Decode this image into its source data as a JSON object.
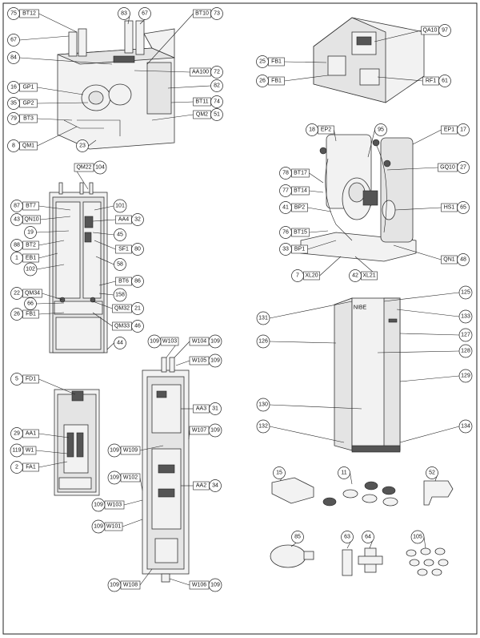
{
  "callouts": [
    {
      "id": "bt12",
      "num": "75",
      "code": "BT12"
    },
    {
      "id": "c67a",
      "num": "67",
      "code": ""
    },
    {
      "id": "c84",
      "num": "84",
      "code": ""
    },
    {
      "id": "gp1",
      "num": "16",
      "code": "GP1"
    },
    {
      "id": "gp2",
      "num": "35",
      "code": "GP2"
    },
    {
      "id": "bt3",
      "num": "79",
      "code": "BT3"
    },
    {
      "id": "qm1",
      "num": "8",
      "code": "QM1"
    },
    {
      "id": "c83",
      "num": "83",
      "code": ""
    },
    {
      "id": "c67b",
      "num": "67",
      "code": ""
    },
    {
      "id": "bt10",
      "num": "73",
      "code": "BT10"
    },
    {
      "id": "aa100",
      "num": "72",
      "code": "AA100"
    },
    {
      "id": "c82",
      "num": "82",
      "code": ""
    },
    {
      "id": "bt11",
      "num": "74",
      "code": "BT11"
    },
    {
      "id": "qm2",
      "num": "51",
      "code": "QM2"
    },
    {
      "id": "c23",
      "num": "23",
      "code": ""
    },
    {
      "id": "qa10",
      "num": "97",
      "code": "QA10"
    },
    {
      "id": "fb1a",
      "num": "25",
      "code": "FB1"
    },
    {
      "id": "fb1b",
      "num": "26",
      "code": "FB1"
    },
    {
      "id": "rf1",
      "num": "61",
      "code": "RF1"
    },
    {
      "id": "qm22",
      "num": "104",
      "code": "QM22"
    },
    {
      "id": "bt7",
      "num": "87",
      "code": "BT7"
    },
    {
      "id": "c101",
      "num": "101",
      "code": ""
    },
    {
      "id": "qn10",
      "num": "43",
      "code": "QN10"
    },
    {
      "id": "aa4",
      "num": "32",
      "code": "AA4"
    },
    {
      "id": "c19",
      "num": "19",
      "code": ""
    },
    {
      "id": "c45",
      "num": "45",
      "code": ""
    },
    {
      "id": "bt2",
      "num": "88",
      "code": "BT2"
    },
    {
      "id": "sf1",
      "num": "80",
      "code": "SF1"
    },
    {
      "id": "eb1",
      "num": "1",
      "code": "EB1"
    },
    {
      "id": "c58",
      "num": "58",
      "code": ""
    },
    {
      "id": "c102",
      "num": "102",
      "code": ""
    },
    {
      "id": "bt6",
      "num": "86",
      "code": "BT6"
    },
    {
      "id": "c158",
      "num": "158",
      "code": ""
    },
    {
      "id": "qm34",
      "num": "22",
      "code": "QM34"
    },
    {
      "id": "c66",
      "num": "66",
      "code": ""
    },
    {
      "id": "qm32",
      "num": "21",
      "code": "QM32"
    },
    {
      "id": "fb1c",
      "num": "26",
      "code": "FB1"
    },
    {
      "id": "qm33",
      "num": "46",
      "code": "QM33"
    },
    {
      "id": "c44",
      "num": "44",
      "code": ""
    },
    {
      "id": "ep2",
      "num": "18",
      "code": "EP2"
    },
    {
      "id": "c95",
      "num": "95",
      "code": ""
    },
    {
      "id": "ep1",
      "num": "17",
      "code": "EP1"
    },
    {
      "id": "bt17",
      "num": "78",
      "code": "BT17"
    },
    {
      "id": "gq10",
      "num": "27",
      "code": "GQ10"
    },
    {
      "id": "bt14",
      "num": "77",
      "code": "BT14"
    },
    {
      "id": "bp2",
      "num": "41",
      "code": "BP2"
    },
    {
      "id": "hs1",
      "num": "65",
      "code": "HS1"
    },
    {
      "id": "bt15",
      "num": "76",
      "code": "BT15"
    },
    {
      "id": "bp1",
      "num": "33",
      "code": "BP1"
    },
    {
      "id": "qn1",
      "num": "48",
      "code": "QN1"
    },
    {
      "id": "xl20",
      "num": "7",
      "code": "XL20"
    },
    {
      "id": "xl21",
      "num": "42",
      "code": "XL21"
    },
    {
      "id": "c125",
      "num": "125",
      "code": ""
    },
    {
      "id": "c131",
      "num": "131",
      "code": ""
    },
    {
      "id": "c133",
      "num": "133",
      "code": ""
    },
    {
      "id": "c127",
      "num": "127",
      "code": ""
    },
    {
      "id": "c126",
      "num": "126",
      "code": ""
    },
    {
      "id": "c128",
      "num": "128",
      "code": ""
    },
    {
      "id": "c129",
      "num": "129",
      "code": ""
    },
    {
      "id": "c130",
      "num": "130",
      "code": ""
    },
    {
      "id": "c132",
      "num": "132",
      "code": ""
    },
    {
      "id": "c134",
      "num": "134",
      "code": ""
    },
    {
      "id": "fd1",
      "num": "5",
      "code": "FD1"
    },
    {
      "id": "aa1",
      "num": "29",
      "code": "AA1"
    },
    {
      "id": "w1",
      "num": "119",
      "code": "W1"
    },
    {
      "id": "fa1",
      "num": "2",
      "code": "FA1"
    },
    {
      "id": "w103a",
      "num": "109",
      "code": "W103"
    },
    {
      "id": "w104",
      "num": "109",
      "code": "W104"
    },
    {
      "id": "w105",
      "num": "109",
      "code": "W105"
    },
    {
      "id": "aa3",
      "num": "31",
      "code": "AA3"
    },
    {
      "id": "w107",
      "num": "109",
      "code": "W107"
    },
    {
      "id": "w109",
      "num": "109",
      "code": "W109"
    },
    {
      "id": "w102",
      "num": "109",
      "code": "W102"
    },
    {
      "id": "aa2",
      "num": "34",
      "code": "AA2"
    },
    {
      "id": "w103b",
      "num": "109",
      "code": "W103"
    },
    {
      "id": "w101",
      "num": "109",
      "code": "W101"
    },
    {
      "id": "w108",
      "num": "109",
      "code": "W108"
    },
    {
      "id": "w106",
      "num": "109",
      "code": "W106"
    },
    {
      "id": "c15",
      "num": "15",
      "code": ""
    },
    {
      "id": "c11",
      "num": "11",
      "code": ""
    },
    {
      "id": "c52",
      "num": "52",
      "code": ""
    },
    {
      "id": "c85",
      "num": "85",
      "code": ""
    },
    {
      "id": "c63",
      "num": "63",
      "code": ""
    },
    {
      "id": "c64",
      "num": "64",
      "code": ""
    },
    {
      "id": "c105",
      "num": "105",
      "code": ""
    }
  ],
  "brand_on_cabinet": "NIBE"
}
